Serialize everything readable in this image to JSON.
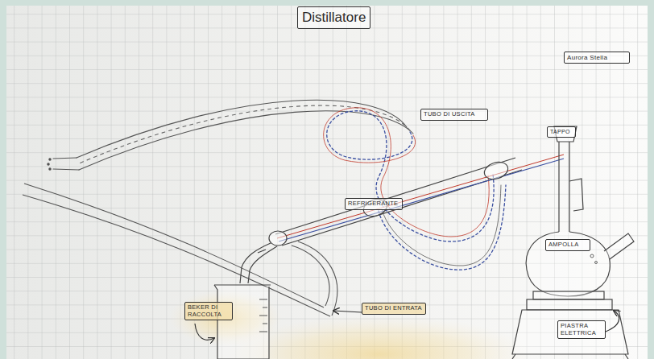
{
  "diagram": {
    "title": "Distillatore",
    "nodes": [
      {
        "text": [
          "Aurora Stella"
        ]
      },
      {
        "text": [
          "TUBO DI USCITA"
        ]
      },
      {
        "text": [
          "TAPPO"
        ]
      },
      {
        "text": [
          "REFRIGERANTE"
        ]
      },
      {
        "text": [
          "AMPOLLA"
        ]
      },
      {
        "text": [
          "BEKER DI RACCOLTA"
        ]
      },
      {
        "text": [
          "TUBO DI ENTRATA"
        ]
      },
      {
        "text": [
          "PIASTRA ELETTRICA"
        ]
      }
    ]
  }
}
